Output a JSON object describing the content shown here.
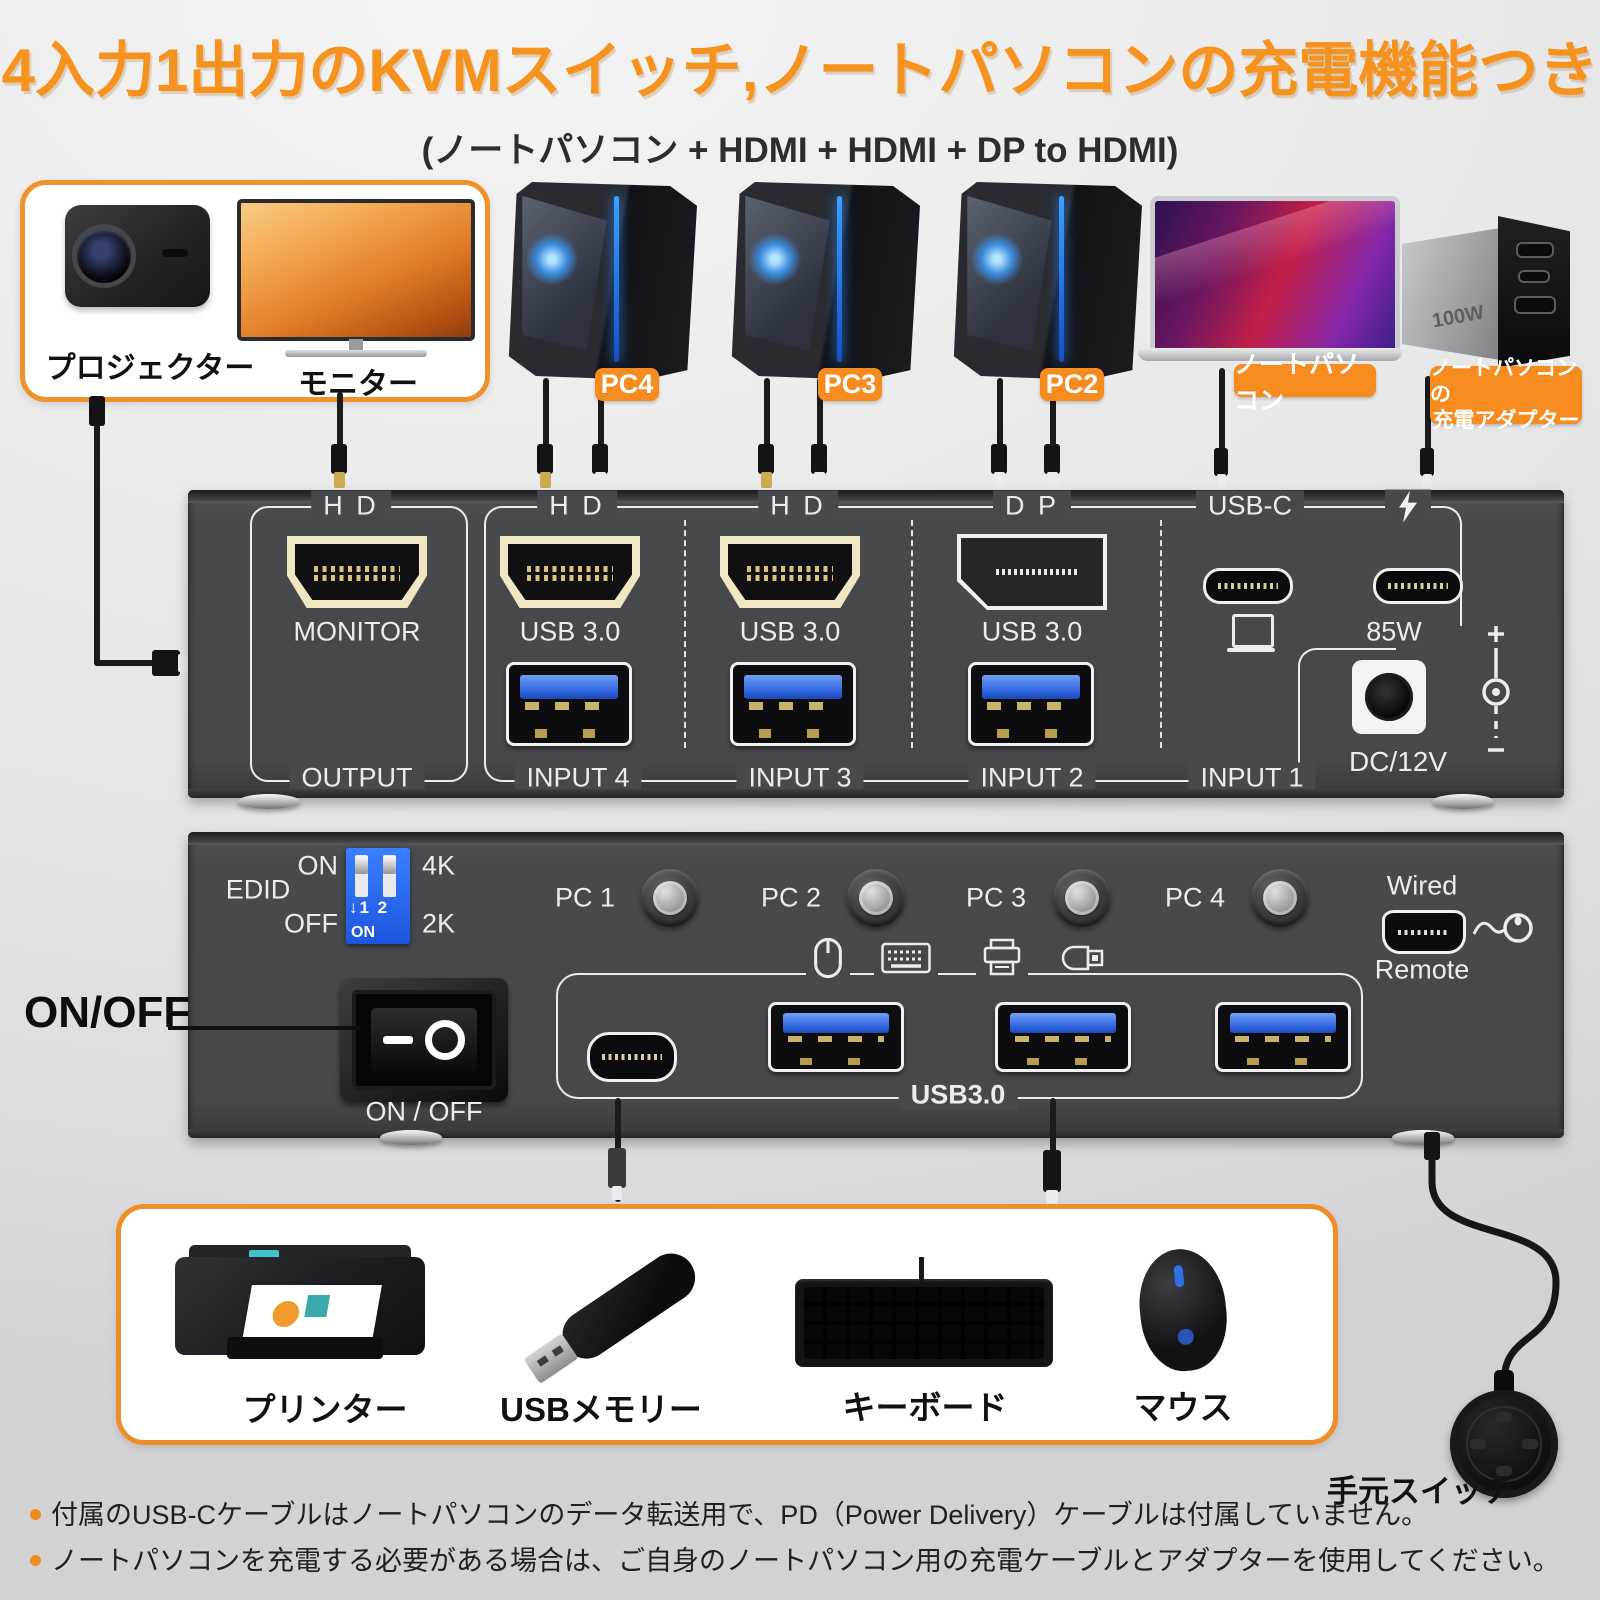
{
  "title": "4入力1出力のKVMスイッチ,ノートパソコンの充電機能つき",
  "subtitle": "(ノートパソコン + HDMI + HDMI + DP to HDMI)",
  "colors": {
    "accent_orange": "#F6921E",
    "panel_gray": "#48494D",
    "usb_blue": "#2E63DD",
    "dip_blue": "#2468F2",
    "hdmi_cream": "#EFE7C2"
  },
  "top_devices": {
    "projector": "プロジェクター",
    "monitor": "モニター",
    "pc4": "PC4",
    "pc3": "PC3",
    "pc2": "PC2",
    "laptop": "ノートパソコン",
    "charger_line1": "ノートパソコンの",
    "charger_line2": "充電アダプター",
    "charger_watt": "100W"
  },
  "rear_panel": {
    "hd1": "H D",
    "hd2": "H D",
    "hd3": "H D",
    "dp": "D P",
    "usbc": "USB-C",
    "monitor": "MONITOR",
    "usb30": "USB 3.0",
    "output": "OUTPUT",
    "input4": "INPUT 4",
    "input3": "INPUT 3",
    "input2": "INPUT 2",
    "input1": "INPUT 1",
    "watt": "85W",
    "dc": "DC/12V"
  },
  "front_panel": {
    "edid": "EDID",
    "on": "ON",
    "off": "OFF",
    "k4": "4K",
    "k2": "2K",
    "dip_numbers": "↓1 2",
    "dip_on": "ON",
    "power": "ON / OFF",
    "pc1": "PC 1",
    "pc2": "PC 2",
    "pc3": "PC 3",
    "pc4": "PC 4",
    "wired": "Wired",
    "remote": "Remote",
    "usb30": "USB3.0"
  },
  "callouts": {
    "power": "ON/OFF",
    "hand_switch": "手元スイッチ"
  },
  "peripherals": {
    "printer": "プリンター",
    "usb_memory": "USBメモリー",
    "keyboard": "キーボード",
    "mouse": "マウス"
  },
  "notes": [
    "付属のUSB-Cケーブルはノートパソコンのデータ転送用で、PD（Power Delivery）ケーブルは付属していません。",
    "ノートパソコンを充電する必要がある場合は、ご自身のノートパソコン用の充電ケーブルとアダプターを使用してください。"
  ]
}
